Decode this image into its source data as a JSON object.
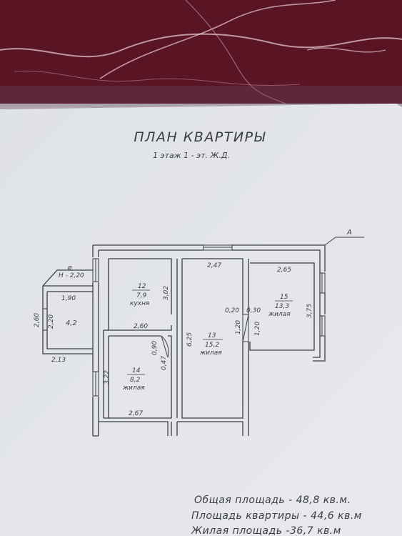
{
  "plan": {
    "title": "ПЛАН КВАРТИРЫ",
    "subtitle": "1 этаж 1 - эт. Ж.Д.",
    "axis_label": "А",
    "rooms": {
      "hall": {
        "number": "Н - 2,20",
        "dim_w": "1,90",
        "dim_h1": "2,60",
        "dim_h2": "2,20",
        "dim_b": "2,13",
        "area": "4,2",
        "level": "ø"
      },
      "kitchen": {
        "number": "12",
        "area": "7,9",
        "name": "кухня",
        "dim_side": "3,02",
        "dim_b": "2,60"
      },
      "room13": {
        "number": "13",
        "area": "15,2",
        "name": "жилая",
        "dim_top": "2,47",
        "dim_side": "6,25",
        "dim_door": "1,20"
      },
      "room14": {
        "number": "14",
        "area": "8,2",
        "name": "жилая",
        "dim_side": "3,22",
        "dim_b": "2,67",
        "dim_door1": "0,90",
        "dim_door2": "0,47"
      },
      "room15": {
        "number": "15",
        "area": "13,3",
        "name": "жилая",
        "dim_top": "2,65",
        "dim_side": "3,75",
        "dim_door": "1,20",
        "dim_w1": "0,20",
        "dim_w2": "0,30"
      }
    },
    "totals": [
      "Общая площадь - 48,8 кв.м.",
      "Площадь квартиры - 44,6 кв.м",
      "Жилая площадь -36,7 кв.м"
    ]
  },
  "colors": {
    "marble": "#5a1525",
    "paper": "#e3e5e8",
    "ink": "#3a3d44"
  }
}
